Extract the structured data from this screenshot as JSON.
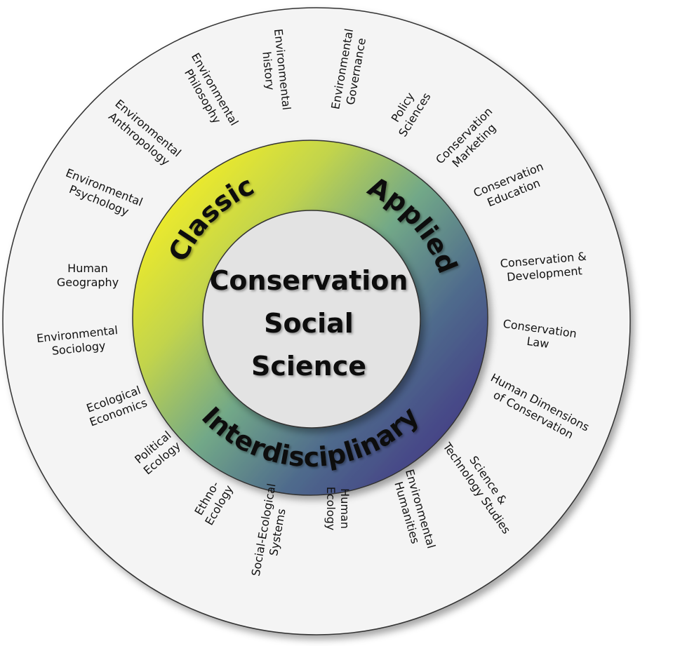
{
  "center": {
    "lines": [
      "Conservation",
      "Social",
      "Science"
    ]
  },
  "ring_labels": {
    "classic": "Classic",
    "applied": "Applied",
    "interdisciplinary": "Interdisciplinary"
  },
  "colors": {
    "yellow": "#e9e62f",
    "green": "#6ea68b",
    "blue": "#46498b",
    "outer_fill": "#f4f4f4",
    "inner_fill": "#e3e3e3"
  },
  "fields": [
    {
      "lines": [
        "Environmental",
        "history"
      ]
    },
    {
      "lines": [
        "Environmental",
        "Governance"
      ]
    },
    {
      "lines": [
        "Policy",
        "Sciences"
      ]
    },
    {
      "lines": [
        "Conservation",
        "Marketing"
      ]
    },
    {
      "lines": [
        "Conservation",
        "Education"
      ]
    },
    {
      "lines": [
        "Conservation &",
        "Development"
      ]
    },
    {
      "lines": [
        "Conservation",
        "Law"
      ]
    },
    {
      "lines": [
        "Human Dimensions",
        "of Conservation"
      ]
    },
    {
      "lines": [
        "Science &",
        "Technology Studies"
      ]
    },
    {
      "lines": [
        "Environmental",
        "Humanities"
      ]
    },
    {
      "lines": [
        "Human",
        "Ecology"
      ]
    },
    {
      "lines": [
        "Social-Ecological",
        "Systems"
      ]
    },
    {
      "lines": [
        "Ethno-",
        "Ecology"
      ]
    },
    {
      "lines": [
        "Political",
        "Ecology"
      ]
    },
    {
      "lines": [
        "Ecological",
        "Economics"
      ]
    },
    {
      "lines": [
        "Environmental",
        "Sociology"
      ]
    },
    {
      "lines": [
        "Human",
        "Geography"
      ]
    },
    {
      "lines": [
        "Environmental",
        "Psychology"
      ]
    },
    {
      "lines": [
        "Environmental",
        "Anthropology"
      ]
    },
    {
      "lines": [
        "Environmental",
        "Philosophy"
      ]
    }
  ]
}
